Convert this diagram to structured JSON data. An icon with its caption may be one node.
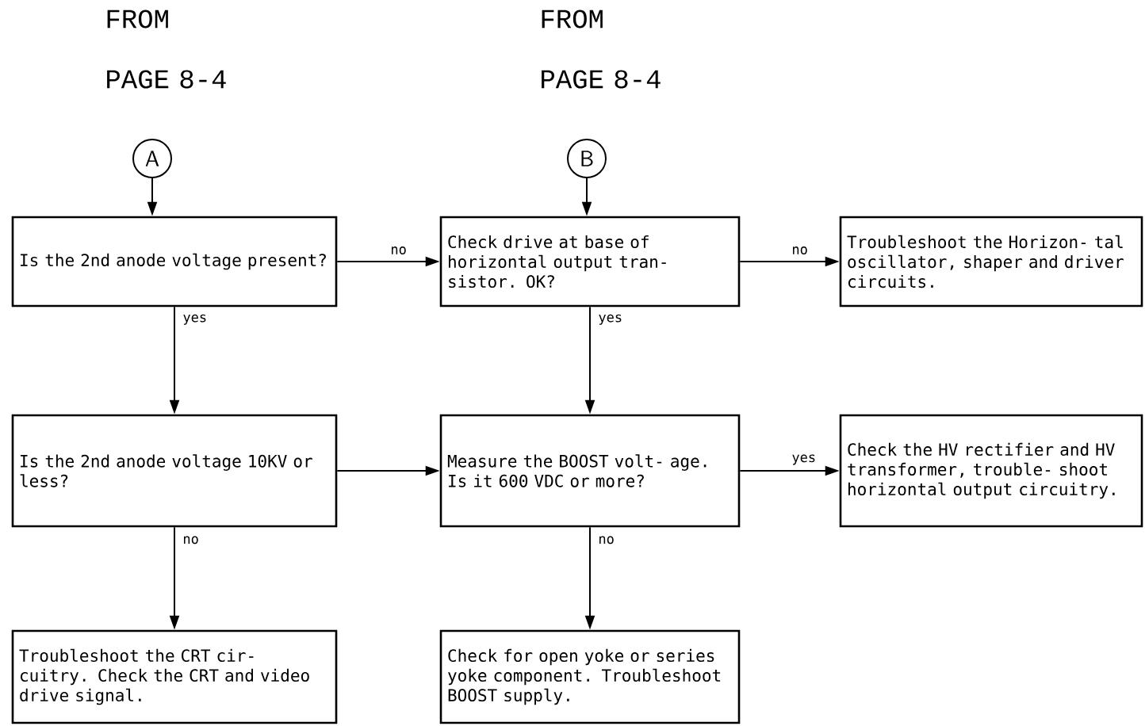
{
  "diagram": {
    "nodes": [
      {
        "text": [
          "A"
        ],
        "beside": [
          "FROM PAGE 8-4"
        ]
      },
      {
        "text": [
          "B"
        ],
        "beside": [
          "FROM PAGE 8-4"
        ]
      },
      {
        "text": [
          "Is the 2nd anode voltage present?"
        ]
      },
      {
        "text": [
          "Check drive at base of horizontal output tran- sistor.  OK?"
        ]
      },
      {
        "text": [
          "Troubleshoot the Horizon- tal oscillator, shaper and driver circuits."
        ]
      },
      {
        "text": [
          "Is the 2nd anode voltage 10KV or less?"
        ]
      },
      {
        "text": [
          "Measure the BOOST volt- age.  Is it 600 VDC or more?"
        ]
      },
      {
        "text": [
          "Check the HV rectifier and HV transformer, trouble- shoot horizontal output circuitry."
        ]
      },
      {
        "text": [
          "Troubleshoot the CRT cir- cuitry.  Check the CRT and video drive signal."
        ]
      },
      {
        "text": [
          "Check for open yoke or series yoke component. Troubleshoot BOOST supply."
        ]
      }
    ],
    "edges": [
      {
        "from": 0,
        "to": 2,
        "arrow": "to"
      },
      {
        "from": 1,
        "to": 3,
        "arrow": "to"
      },
      {
        "from": 2,
        "to": 3,
        "arrow": "to",
        "label": "no"
      },
      {
        "from": 3,
        "to": 4,
        "arrow": "to",
        "label": "no"
      },
      {
        "from": 2,
        "to": 5,
        "arrow": "to",
        "label": "yes"
      },
      {
        "from": 3,
        "to": 6,
        "arrow": "to",
        "label": "yes"
      },
      {
        "from": 5,
        "to": 6,
        "arrow": "to"
      },
      {
        "from": 6,
        "to": 7,
        "arrow": "to",
        "label": "yes"
      },
      {
        "from": 5,
        "to": 8,
        "arrow": "to",
        "label": "no"
      },
      {
        "from": 6,
        "to": 9,
        "arrow": "to",
        "label": "no"
      }
    ]
  }
}
